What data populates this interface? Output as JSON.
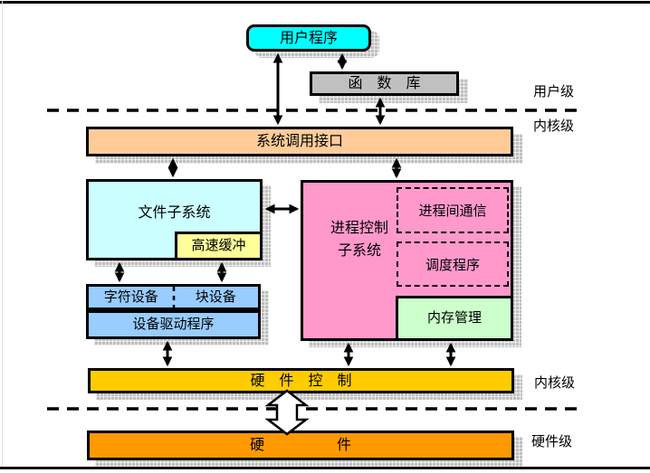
{
  "palette": {
    "user_program_bg": "#00FFFF",
    "function_library_bg": "#C0C0C0",
    "syscall_interface_bg": "#FFCC99",
    "file_subsystem_bg": "#CCFFFF",
    "buffer_cache_bg": "#FFFF99",
    "process_control_bg": "#FF99CC",
    "memory_management_bg": "#CCFFCC",
    "device_boxes_bg": "#99CCFF",
    "hardware_control_bg": "#FFCC00",
    "hardware_bg": "#FF9900",
    "shadow": "#BFBFBF",
    "line": "#000000"
  },
  "nodes": {
    "user_program": {
      "label": "用户程序"
    },
    "function_library": {
      "label": "函　数　库"
    },
    "syscall_interface": {
      "label": "系统调用接口"
    },
    "file_subsystem": {
      "label": "文件子系统"
    },
    "buffer_cache": {
      "label": "高速缓冲"
    },
    "process_control": {
      "label": "进程控制\n子系统"
    },
    "ipc": {
      "label": "进程间通信"
    },
    "scheduler": {
      "label": "调度程序"
    },
    "memory_management": {
      "label": "内存管理"
    },
    "char_device": {
      "label": "字符设备"
    },
    "block_device": {
      "label": "块设备"
    },
    "device_driver": {
      "label": "设备驱动程序"
    },
    "hardware_control": {
      "label": "硬　件　控　制"
    },
    "hardware": {
      "label": "硬　　　　　件"
    }
  },
  "level_labels": {
    "user_level": "用户级",
    "kernel_level_upper": "内核级",
    "kernel_level_lower": "内核级",
    "hardware_level": "硬件级"
  }
}
